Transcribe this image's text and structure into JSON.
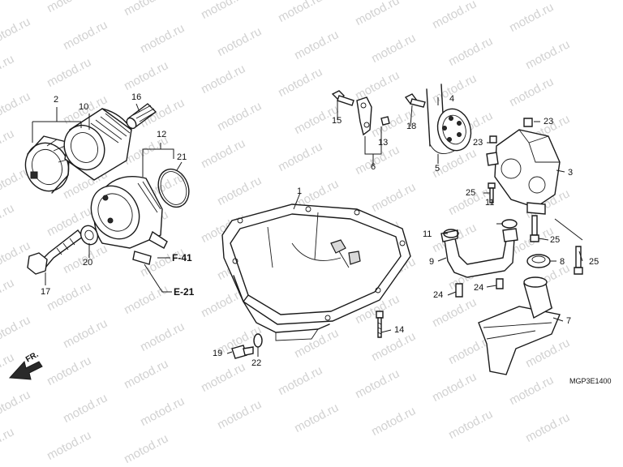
{
  "watermark": "motod.ru",
  "diagram_code": "MGP3E1400",
  "front_arrow": "FR.",
  "references": {
    "f41": "F-41",
    "e21": "E-21"
  },
  "parts": {
    "p1": "1",
    "p2": "2",
    "p3": "3",
    "p4": "4",
    "p5": "5",
    "p6": "6",
    "p7": "7",
    "p8": "8",
    "p9": "9",
    "p10": "10",
    "p11a": "11",
    "p11b": "11",
    "p12": "12",
    "p13": "13",
    "p14": "14",
    "p15": "15",
    "p16": "16",
    "p17": "17",
    "p18": "18",
    "p19": "19",
    "p20": "20",
    "p21": "21",
    "p22": "22",
    "p23a": "23",
    "p23b": "23",
    "p24a": "24",
    "p24b": "24",
    "p25a": "25",
    "p25b": "25",
    "p25c": "25"
  },
  "colors": {
    "line": "#1a1a1a",
    "watermark": "#c9c9c9",
    "background": "#ffffff"
  }
}
